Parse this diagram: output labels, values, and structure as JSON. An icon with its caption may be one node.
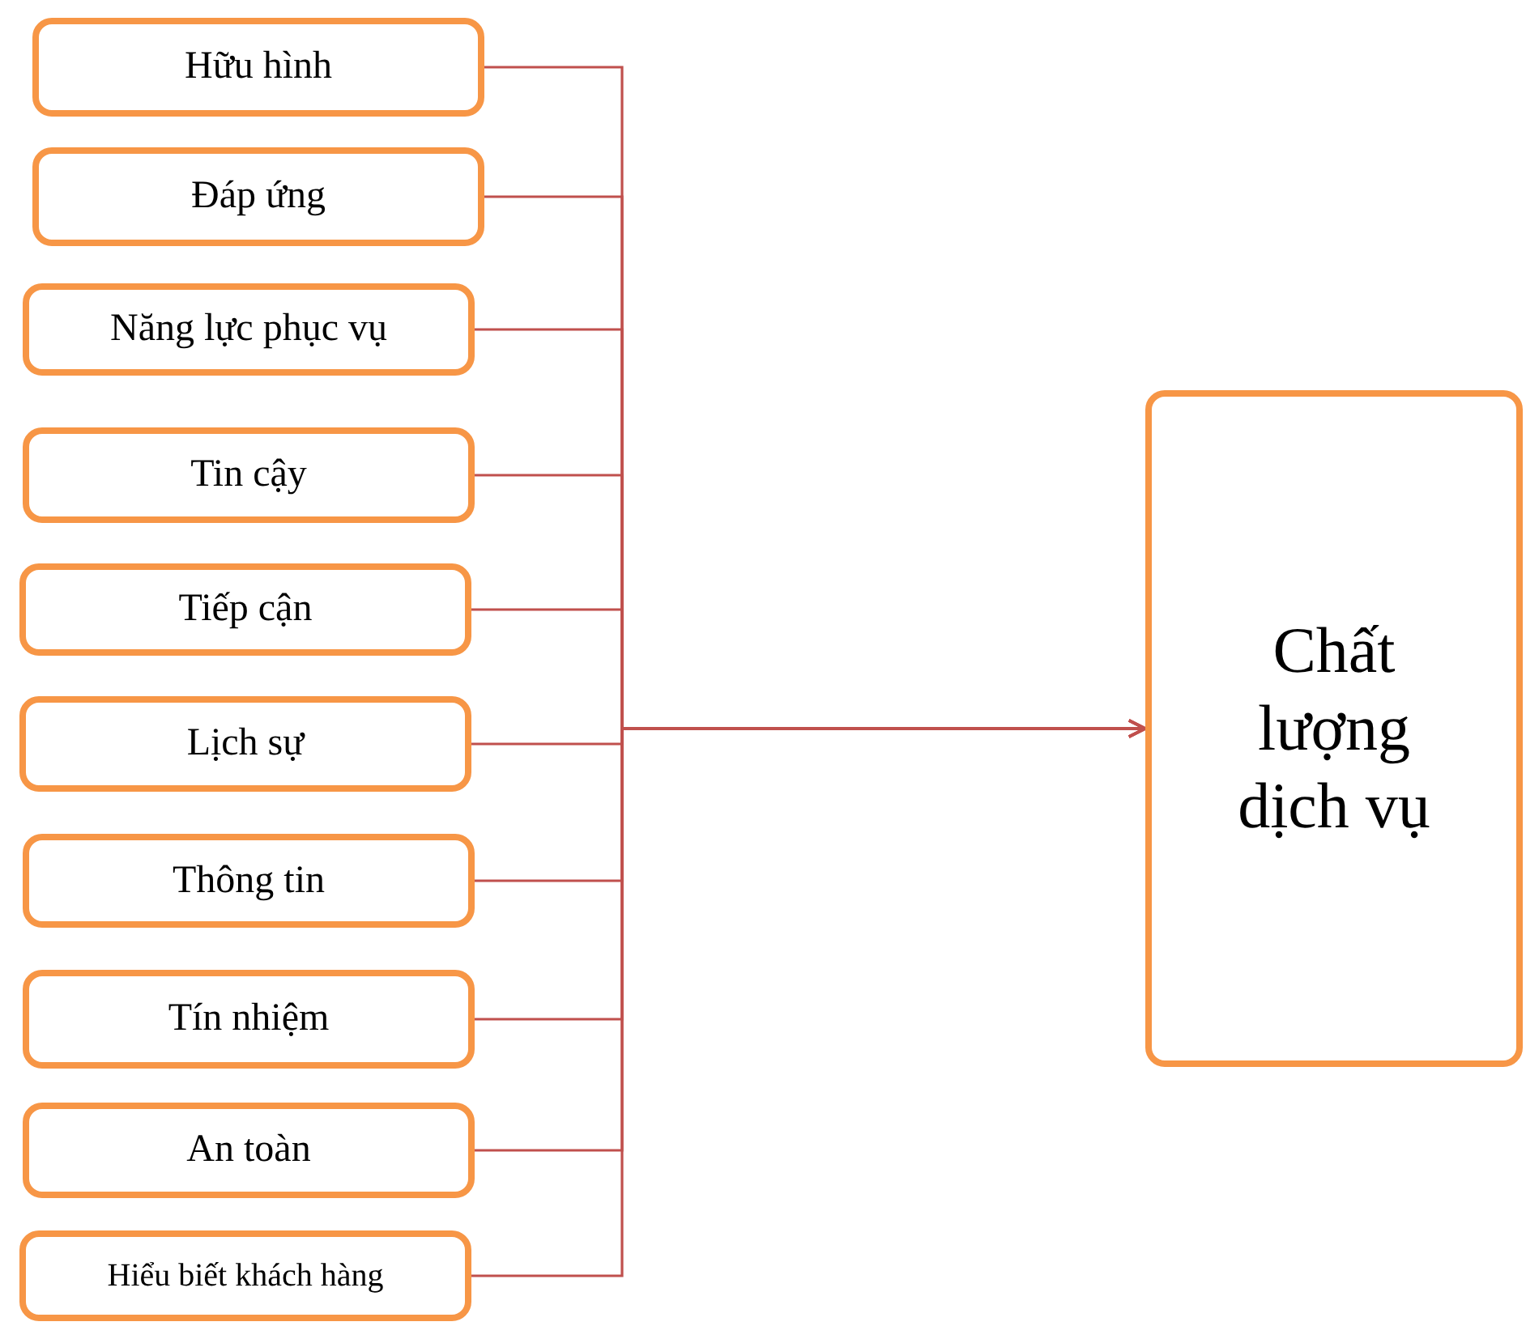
{
  "diagram": {
    "nodes": [
      {
        "text": [
          "Hữu hình"
        ]
      },
      {
        "text": [
          "Đáp ứng"
        ]
      },
      {
        "text": [
          "Năng lực phục vụ"
        ]
      },
      {
        "text": [
          "Tin cậy"
        ]
      },
      {
        "text": [
          "Tiếp cận"
        ]
      },
      {
        "text": [
          "Lịch sự"
        ]
      },
      {
        "text": [
          "Thông tin"
        ]
      },
      {
        "text": [
          "Tín nhiệm"
        ]
      },
      {
        "text": [
          "An toàn"
        ]
      },
      {
        "text": [
          "Hiểu biết khách hàng"
        ]
      },
      {
        "text": [
          "Chất lượng dịch vụ"
        ]
      }
    ],
    "edges": [
      {
        "from": 0,
        "to": 10,
        "arrow": "to"
      },
      {
        "from": 1,
        "to": 10,
        "arrow": "to"
      },
      {
        "from": 2,
        "to": 10,
        "arrow": "to"
      },
      {
        "from": 3,
        "to": 10,
        "arrow": "to"
      },
      {
        "from": 4,
        "to": 10,
        "arrow": "to"
      },
      {
        "from": 5,
        "to": 10,
        "arrow": "to"
      },
      {
        "from": 6,
        "to": 10,
        "arrow": "to"
      },
      {
        "from": 7,
        "to": 10,
        "arrow": "to"
      },
      {
        "from": 8,
        "to": 10,
        "arrow": "to"
      },
      {
        "from": 9,
        "to": 10,
        "arrow": "to"
      }
    ]
  }
}
